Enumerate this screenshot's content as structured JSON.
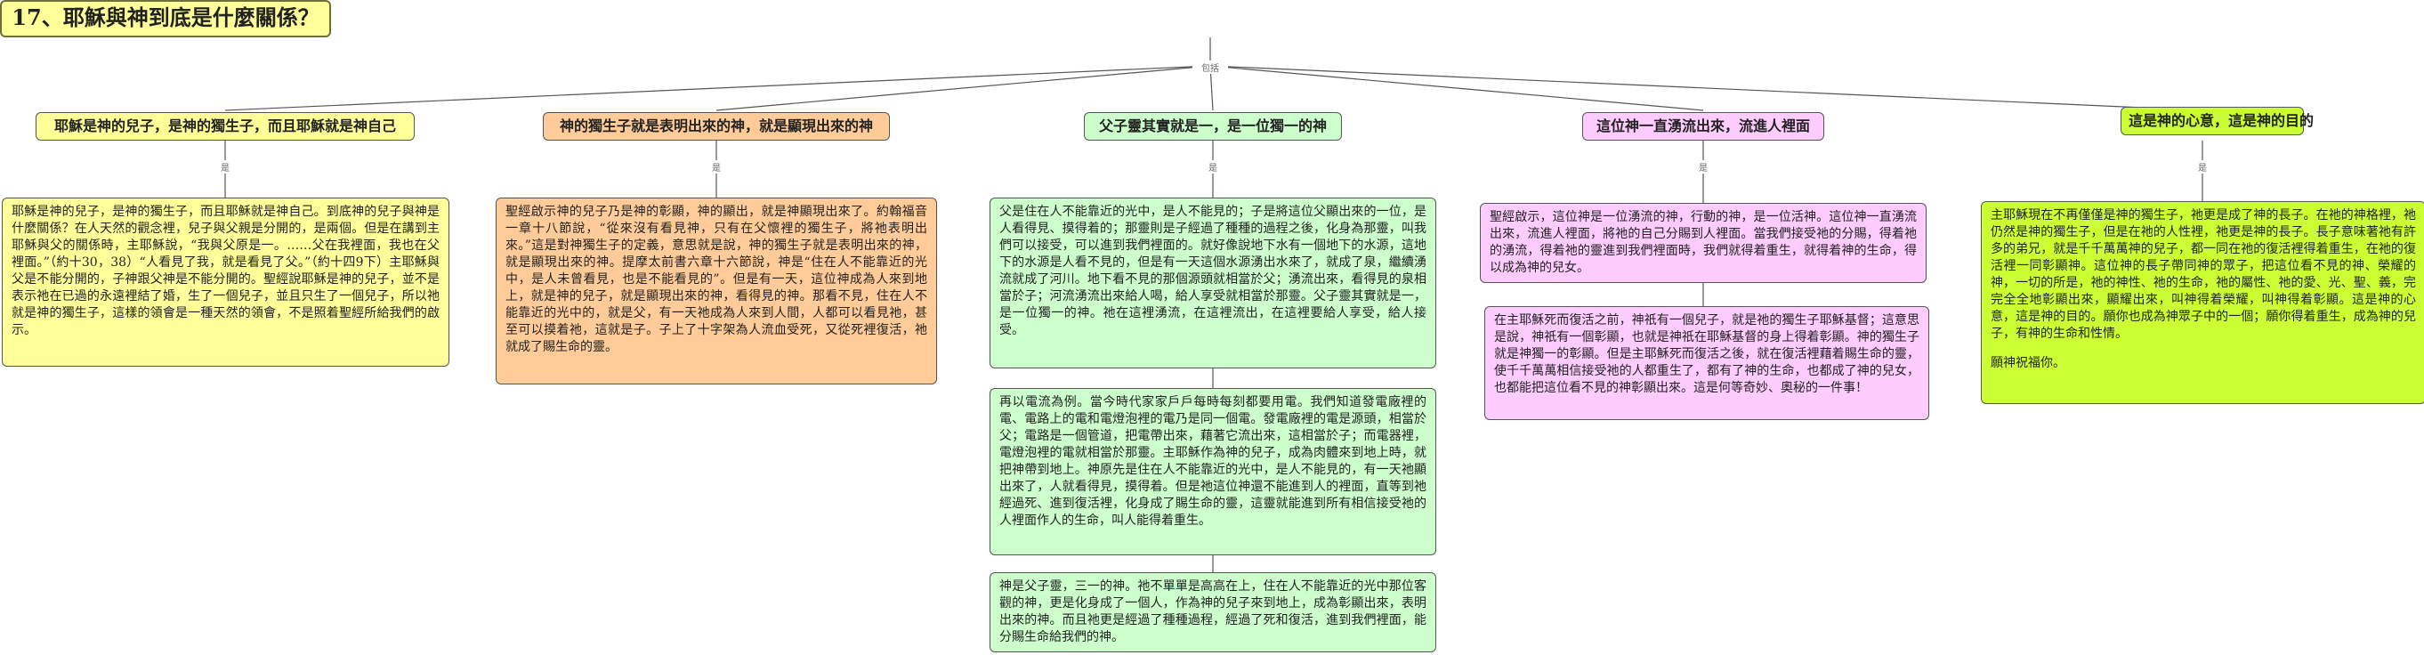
{
  "root": {
    "title": "17、耶穌與神到底是什麼關係？",
    "tag": "包括"
  },
  "branch_tag": "是",
  "branches": [
    {
      "heading": "耶穌是神的兒子，是神的獨生子，而且耶穌就是神自己",
      "paragraphs": [
        "耶穌是神的兒子，是神的獨生子，而且耶穌就是神自己。到底神的兒子與神是什麼關係？在人天然的觀念裡，兒子與父親是分開的，是兩個。但是在講到主耶穌與父的關係時，主耶穌說，“我與父原是一。……父在我裡面，我也在父裡面。”（約十30，38）“人看見了我，就是看見了父。”（約十四9下）主耶穌與父是不能分開的，子神跟父神是不能分開的。聖經說耶穌是神的兒子，並不是表示祂在已過的永遠裡結了婚，生了一個兒子，並且只生了一個兒子，所以祂就是神的獨生子，這樣的領會是一種天然的領會，不是照着聖經所給我們的啟示。"
      ]
    },
    {
      "heading": "神的獨生子就是表明出來的神，就是顯現出來的神",
      "paragraphs": [
        "聖經啟示神的兒子乃是神的彰顯，神的顯出，就是神顯現出來了。約翰福音一章十八節說，“從來沒有看見神，只有在父懷裡的獨生子，將祂表明出來。”這是對神獨生子的定義，意思就是說，神的獨生子就是表明出來的神，就是顯現出來的神。提摩太前書六章十六節說，神是“住在人不能靠近的光中，是人未曾看見，也是不能看見的”。但是有一天，這位神成為人來到地上，就是神的兒子，就是顯現出來的神，看得見的神。那看不見，住在人不能靠近的光中的，就是父，有一天祂成為人來到人間，人都可以看見祂，甚至可以摸着祂，這就是子。子上了十字架為人流血受死，又從死裡復活，祂就成了賜生命的靈。"
      ]
    },
    {
      "heading": "父子靈其實就是一，是一位獨一的神",
      "paragraphs": [
        "父是住在人不能靠近的光中，是人不能見的；子是將這位父顯出來的一位，是人看得見、摸得着的；那靈則是子經過了種種的過程之後，化身為那靈，叫我們可以接受，可以進到我們裡面的。就好像說地下水有一個地下的水源，這地下的水源是人看不見的，但是有一天這個水源湧出水來了，就成了泉，繼續湧流就成了河川。地下看不見的那個源頭就相當於父；湧流出來，看得見的泉相當於子；河流湧流出來給人喝，給人享受就相當於那靈。父子靈其實就是一，是一位獨一的神。祂在這裡湧流，在這裡流出，在這裡要給人享受，給人接受。",
        "再以電流為例。當今時代家家戶戶每時每刻都要用電。我們知道發電廠裡的電、電路上的電和電燈泡裡的電乃是同一個電。發電廠裡的電是源頭，相當於父；電路是一個管道，把電帶出來，藉著它流出來，這相當於子；而電器裡，電燈泡裡的電就相當於那靈。主耶穌作為神的兒子，成為肉體來到地上時，就把神帶到地上。神原先是住在人不能靠近的光中，是人不能見的，有一天祂顯出來了，人就看得見，摸得着。但是祂這位神還不能進到人的裡面，直等到祂經過死、進到復活裡，化身成了賜生命的靈，這靈就能進到所有相信接受祂的人裡面作人的生命，叫人能得着重生。",
        "神是父子靈，三一的神。祂不單單是高高在上，住在人不能靠近的光中那位客觀的神，更是化身成了一個人，作為神的兒子來到地上，成為彰顯出來，表明出來的神。而且祂更是經過了種種過程，經過了死和復活，進到我們裡面，能分賜生命給我們的神。"
      ]
    },
    {
      "heading": "這位神一直湧流出來，流進人裡面",
      "paragraphs": [
        "聖經啟示，這位神是一位湧流的神，行動的神，是一位活神。這位神一直湧流出來，流進人裡面，將祂的自己分賜到人裡面。當我們接受祂的分賜，得着祂的湧流，得着祂的靈進到我們裡面時，我們就得着重生，就得着神的生命，得以成為神的兒女。",
        "在主耶穌死而復活之前，神祇有一個兒子，就是祂的獨生子耶穌基督；這意思是說，神祇有一個彰顯，也就是神祇在耶穌基督的身上得着彰顯。神的獨生子就是神獨一的彰顯。但是主耶穌死而復活之後，就在復活裡藉着賜生命的靈，使千千萬萬相信接受祂的人都重生了，都有了神的生命，也都成了神的兒女，也都能把這位看不見的神彰顯出來。這是何等奇妙、奧秘的一件事！"
      ]
    },
    {
      "heading": "這是神的心意，這是神的目的",
      "paragraphs": [
        "主耶穌現在不再僅僅是神的獨生子，祂更是成了神的長子。在祂的神格裡，祂仍然是神的獨生子，但是在祂的人性裡，祂更是神的長子。長子意味著祂有許多的弟兄，就是千千萬萬神的兒子，都一同在祂的復活裡得着重生，在祂的復活裡一同彰顯神。這位神的長子帶同神的眾子，把這位看不見的神、榮耀的神，一切的所是，祂的神性、祂的生命，祂的屬性、祂的愛、光、聖、義，完完全全地彰顯出來，顯耀出來，叫神得着榮耀，叫神得着彰顯。這是神的心意，這是神的目的。願你也成為神眾子中的一個；願你得着重生，成為神的兒子，有神的生命和性情。",
        "願神祝福你。"
      ]
    }
  ]
}
